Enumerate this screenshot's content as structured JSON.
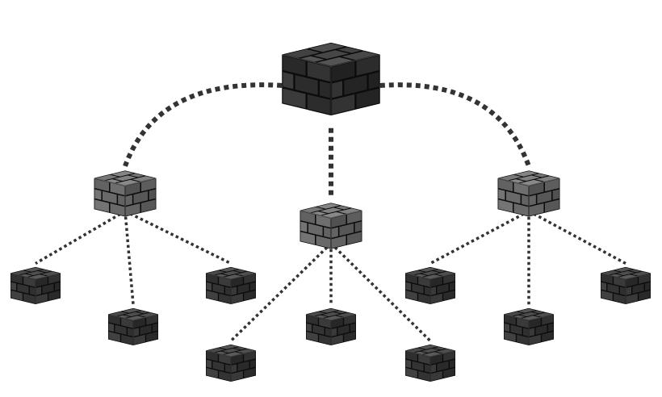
{
  "diagram": {
    "kind": "hierarchy-tree",
    "depth_levels": 3,
    "node_style": "brick-cube",
    "connector_style": "dotted",
    "colors": {
      "background": "#ffffff",
      "root_tier": "#2e2e2e",
      "middle_tier": "#6f6f6f",
      "leaf_tier": "#363636",
      "mortar": "#0c0c0c",
      "connector": "#333333"
    },
    "nodes": [
      {
        "id": "root",
        "tier": 0,
        "parent": null
      },
      {
        "id": "mid-left",
        "tier": 1,
        "parent": "root"
      },
      {
        "id": "mid-center",
        "tier": 1,
        "parent": "root"
      },
      {
        "id": "mid-right",
        "tier": 1,
        "parent": "root"
      },
      {
        "id": "leaf-l1",
        "tier": 2,
        "parent": "mid-left"
      },
      {
        "id": "leaf-l2",
        "tier": 2,
        "parent": "mid-left"
      },
      {
        "id": "leaf-l3",
        "tier": 2,
        "parent": "mid-left"
      },
      {
        "id": "leaf-c1",
        "tier": 2,
        "parent": "mid-center"
      },
      {
        "id": "leaf-c2",
        "tier": 2,
        "parent": "mid-center"
      },
      {
        "id": "leaf-c3",
        "tier": 2,
        "parent": "mid-center"
      },
      {
        "id": "leaf-r1",
        "tier": 2,
        "parent": "mid-right"
      },
      {
        "id": "leaf-r2",
        "tier": 2,
        "parent": "mid-right"
      },
      {
        "id": "leaf-r3",
        "tier": 2,
        "parent": "mid-right"
      }
    ]
  }
}
